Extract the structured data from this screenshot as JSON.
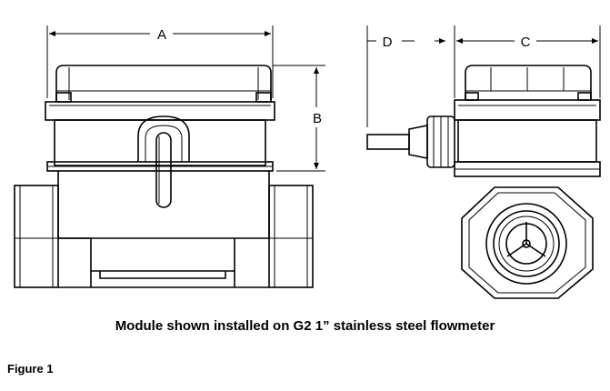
{
  "dimensions": {
    "a": "A",
    "b": "B",
    "c": "C",
    "d": "D"
  },
  "caption": "Module shown installed on G2 1” stainless steel flowmeter",
  "figure_label": "Figure 1"
}
